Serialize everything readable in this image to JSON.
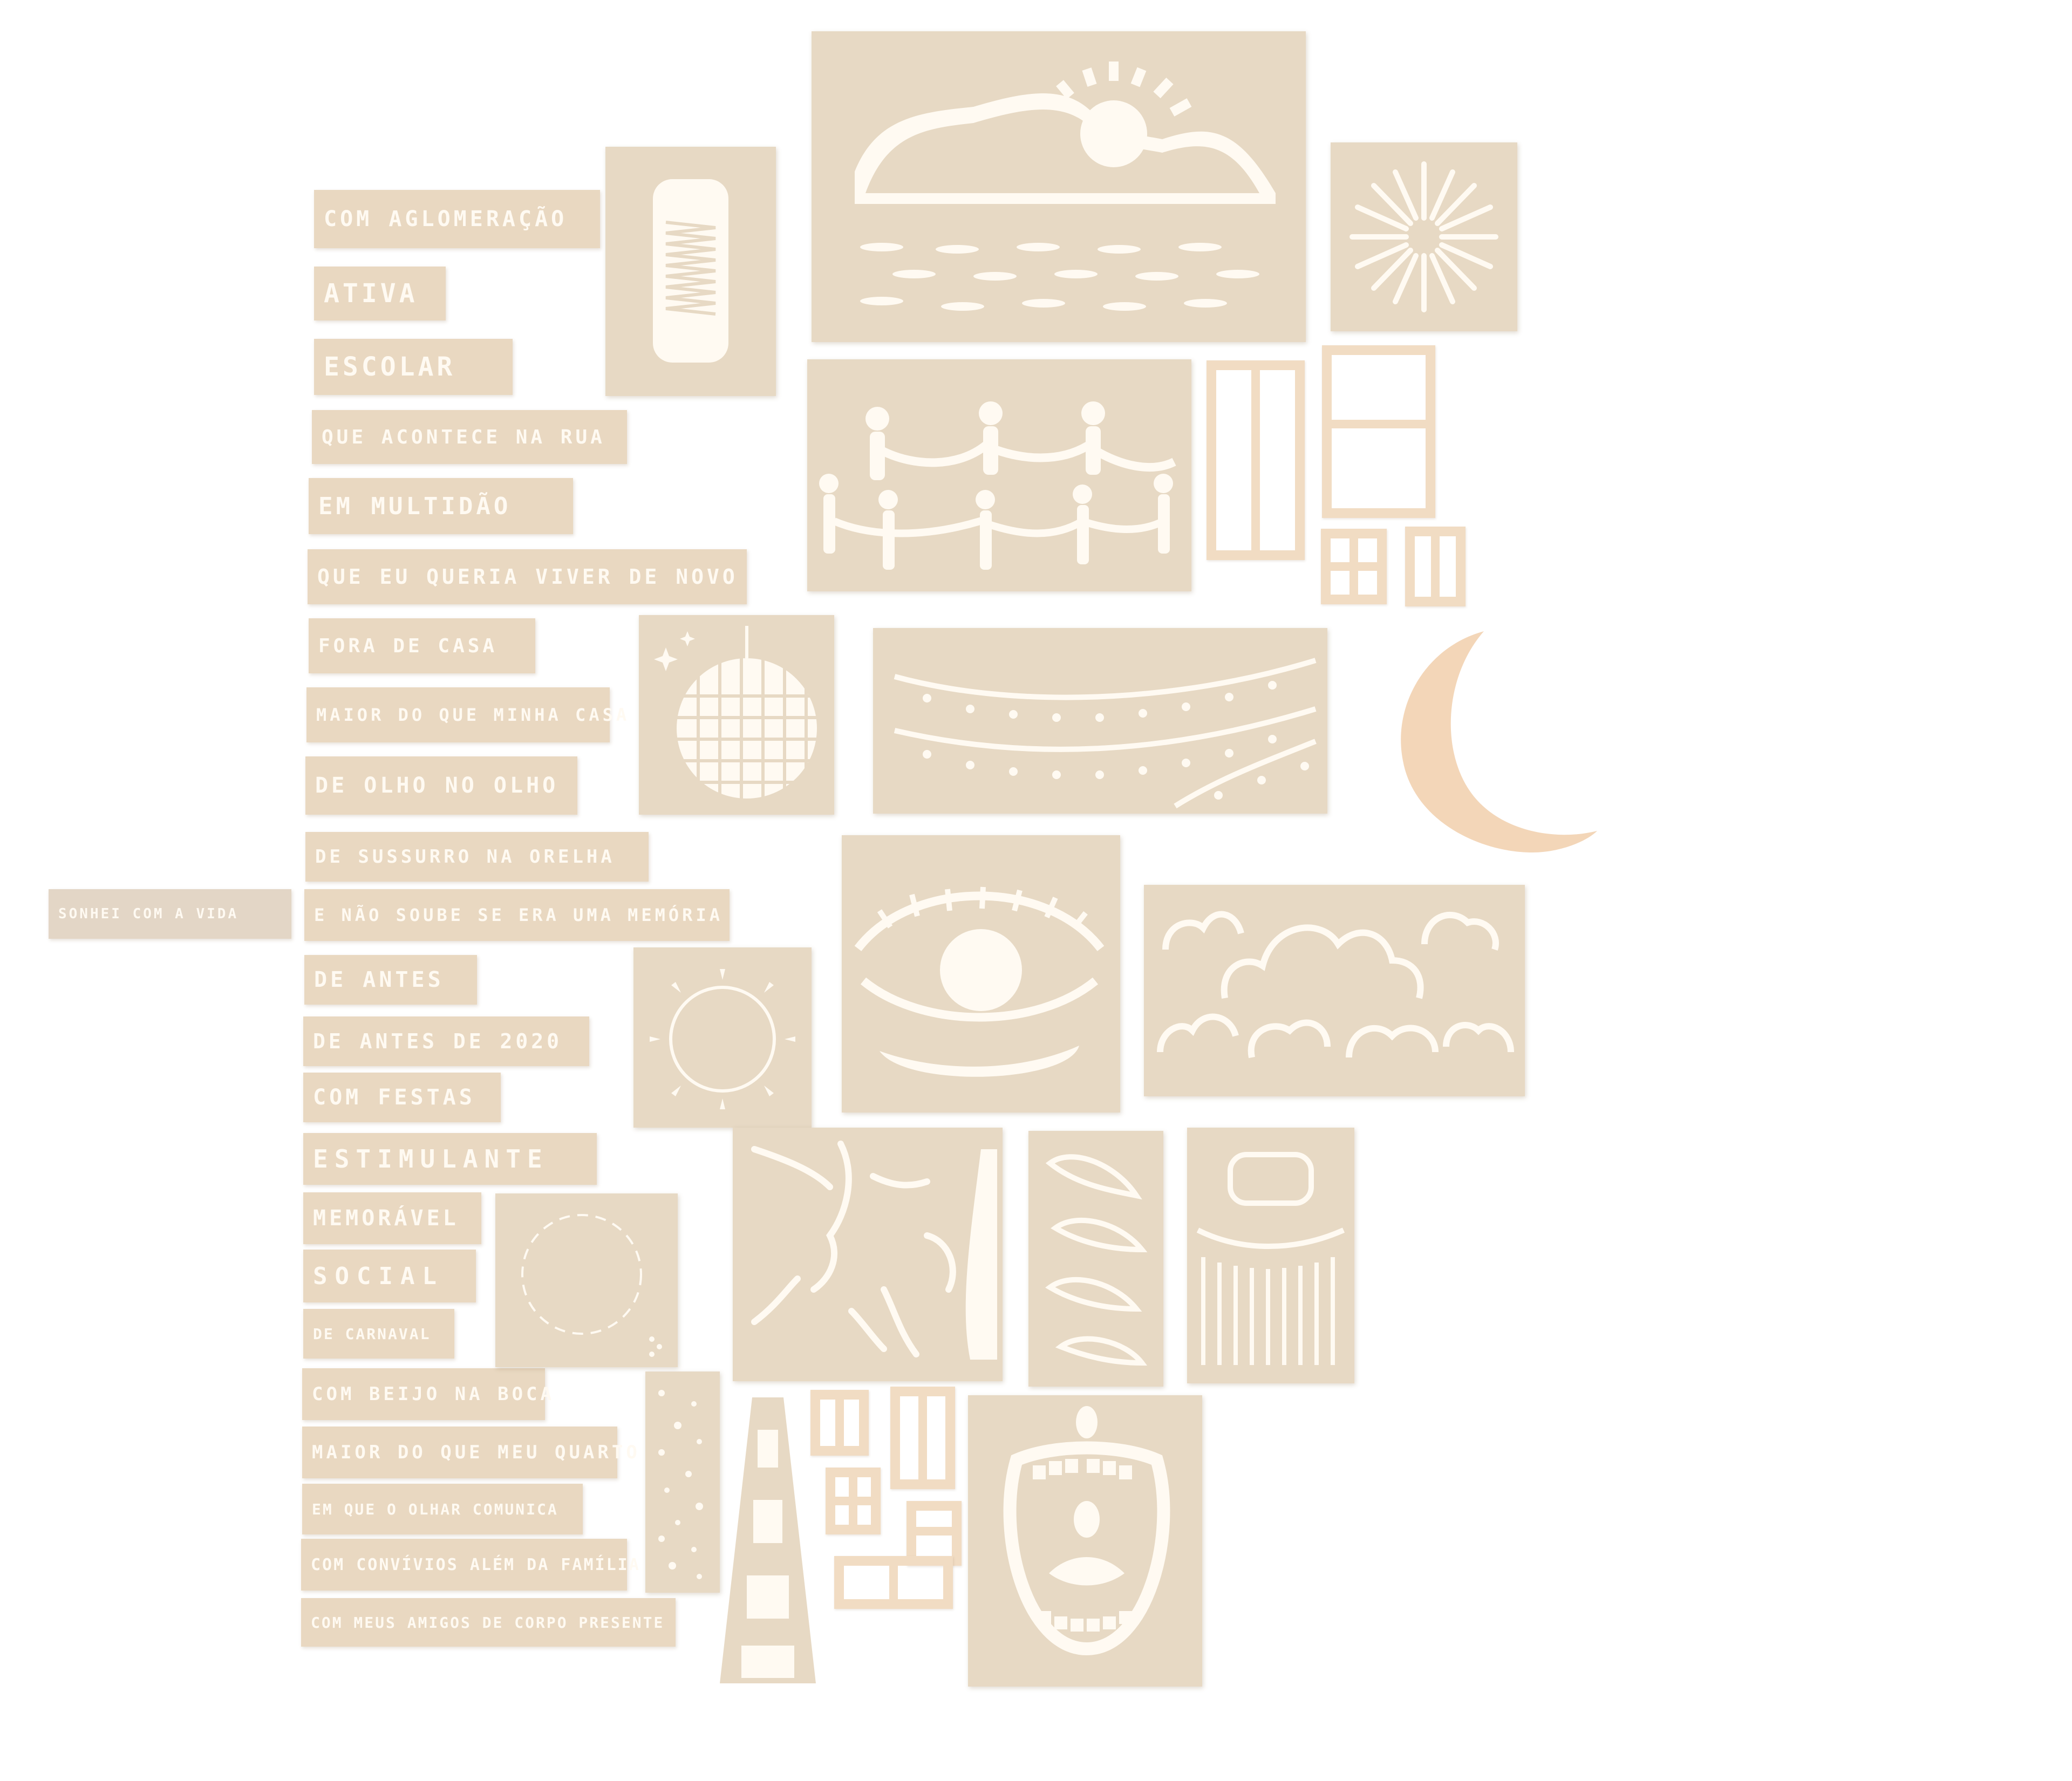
{
  "colors": {
    "paper": "#e7d9c4",
    "strip": "#e9d8c1",
    "cutout": "#fffaf2",
    "moon": "#f3d6b8",
    "background": "#ffffff"
  },
  "left_strip": "SONHEI COM A VIDA",
  "phrases": [
    "COM AGLOMERAÇÃO",
    "ATIVA",
    "ESCOLAR",
    "QUE ACONTECE NA RUA",
    "EM MULTIDÃO",
    "QUE EU QUERIA VIVER DE NOVO",
    "FORA DE CASA",
    "MAIOR DO QUE MINHA CASA",
    "DE OLHO NO OLHO",
    "DE SUSSURRO NA ORELHA",
    "E NÃO SOUBE SE ERA UMA MEMÓRIA",
    "DE ANTES",
    "DE ANTES DE 2020",
    "COM FESTAS",
    "ESTIMULANTE",
    "MEMORÁVEL",
    "SOCIAL",
    "DE CARNAVAL",
    "COM BEIJO NA BOCA",
    "MAIOR DO QUE MEU QUARTO",
    "EM QUE O OLHAR COMUNICA",
    "COM CONVÍVIOS ALÉM DA FAMÍLIA",
    "COM MEUS AMIGOS DE CORPO PRESENTE"
  ],
  "icons": [
    "can-icon",
    "mountain-sun-icon",
    "sunburst-icon",
    "people-chain-icon",
    "window-frame-icon",
    "disco-ball-icon",
    "string-lights-icon",
    "moon-icon",
    "eye-icon",
    "clouds-icon",
    "sun-icon",
    "empty-circle-icon",
    "kiss-icon",
    "leaves-icon",
    "pillow-icon",
    "confetti-icon",
    "tower-icon",
    "mouth-icon"
  ]
}
